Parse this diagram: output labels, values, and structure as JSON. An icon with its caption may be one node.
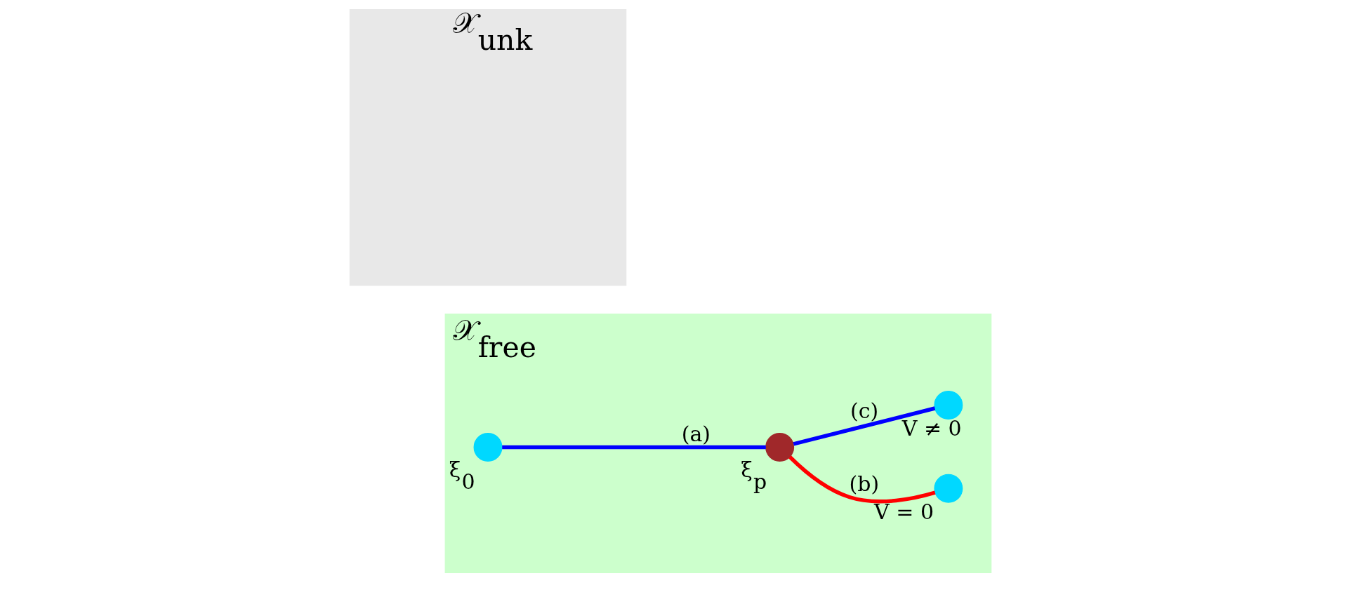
{
  "diagram": {
    "nodes": [
      {
        "text": [
          "𝒳$_{free}$"
        ]
      },
      {
        "text": [
          "𝒳$_{unk}$"
        ]
      },
      {
        "text": [],
        "shape": "circle",
        "in": 0,
        "beside": [
          "V = 0"
        ]
      },
      {
        "text": [],
        "shape": "circle",
        "in": 0,
        "beside": [
          "ξ$_{0}$"
        ]
      },
      {
        "text": [],
        "shape": "circle",
        "in": 0,
        "beside": [
          "ξ$_{p}$"
        ]
      },
      {
        "text": [],
        "shape": "circle",
        "in": 0,
        "beside": [
          "V ≠ 0"
        ]
      }
    ],
    "edges": [
      {
        "from": 3,
        "to": 4,
        "arrow": "none",
        "label": "(a)"
      },
      {
        "from": 4,
        "to": 2,
        "arrow": "none",
        "label": "(b)",
        "color": "#ff0000"
      },
      {
        "from": 4,
        "to": 5,
        "arrow": "none",
        "label": "(c)"
      }
    ]
  }
}
